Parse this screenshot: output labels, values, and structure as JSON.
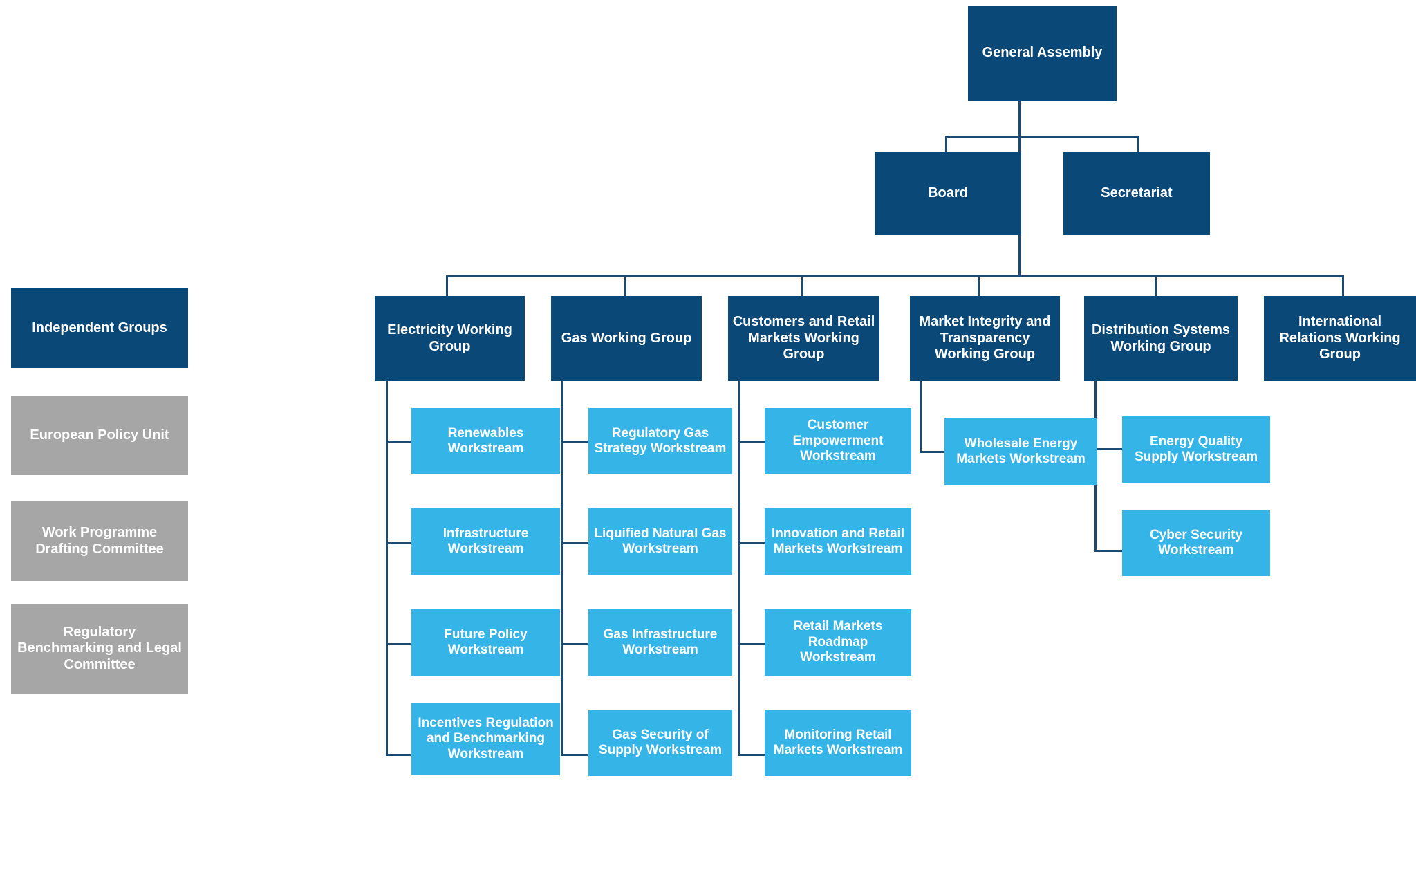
{
  "chart_data": {
    "type": "diagram",
    "title": "Organisational structure chart",
    "colors": {
      "primary_dark_blue": "#0a4878",
      "accent_light_blue": "#35b4e8",
      "neutral_grey": "#a6a6a6",
      "connector": "#1b4a72",
      "text": "#ffffff",
      "background": "#ffffff"
    },
    "levels": [
      "assembly",
      "executive",
      "working_groups",
      "workstreams",
      "independent_groups"
    ]
  },
  "top": {
    "assembly": {
      "label": "General Assembly"
    },
    "executive": [
      {
        "label": "Board"
      },
      {
        "label": "Secretariat"
      }
    ]
  },
  "independent": {
    "header": {
      "label": "Independent Groups"
    },
    "items": [
      {
        "label": "European Policy Unit"
      },
      {
        "label": "Work Programme Drafting Committee"
      },
      {
        "label": "Regulatory Benchmarking and Legal Committee"
      }
    ]
  },
  "working_groups": [
    {
      "label": "Electricity Working Group",
      "workstreams": [
        {
          "label": "Renewables Workstream"
        },
        {
          "label": "Infrastructure Workstream"
        },
        {
          "label": "Future Policy Workstream"
        },
        {
          "label": "Incentives Regulation and Benchmarking Workstream"
        }
      ]
    },
    {
      "label": "Gas Working Group",
      "workstreams": [
        {
          "label": "Regulatory Gas Strategy Workstream"
        },
        {
          "label": "Liquified Natural Gas Workstream"
        },
        {
          "label": "Gas Infrastructure Workstream"
        },
        {
          "label": "Gas Security of Supply Workstream"
        }
      ]
    },
    {
      "label": "Customers and Retail Markets Working Group",
      "workstreams": [
        {
          "label": "Customer Empowerment Workstream"
        },
        {
          "label": "Innovation and Retail Markets Workstream"
        },
        {
          "label": "Retail Markets Roadmap Workstream"
        },
        {
          "label": "Monitoring Retail Markets Workstream"
        }
      ]
    },
    {
      "label": "Market Integrity and Transparency Working Group",
      "workstreams": [
        {
          "label": "Wholesale Energy Markets Workstream"
        }
      ]
    },
    {
      "label": "Distribution Systems Working Group",
      "workstreams": [
        {
          "label": "Energy Quality Supply Workstream"
        },
        {
          "label": "Cyber Security Workstream"
        }
      ]
    },
    {
      "label": "International Relations Working Group",
      "workstreams": []
    }
  ]
}
